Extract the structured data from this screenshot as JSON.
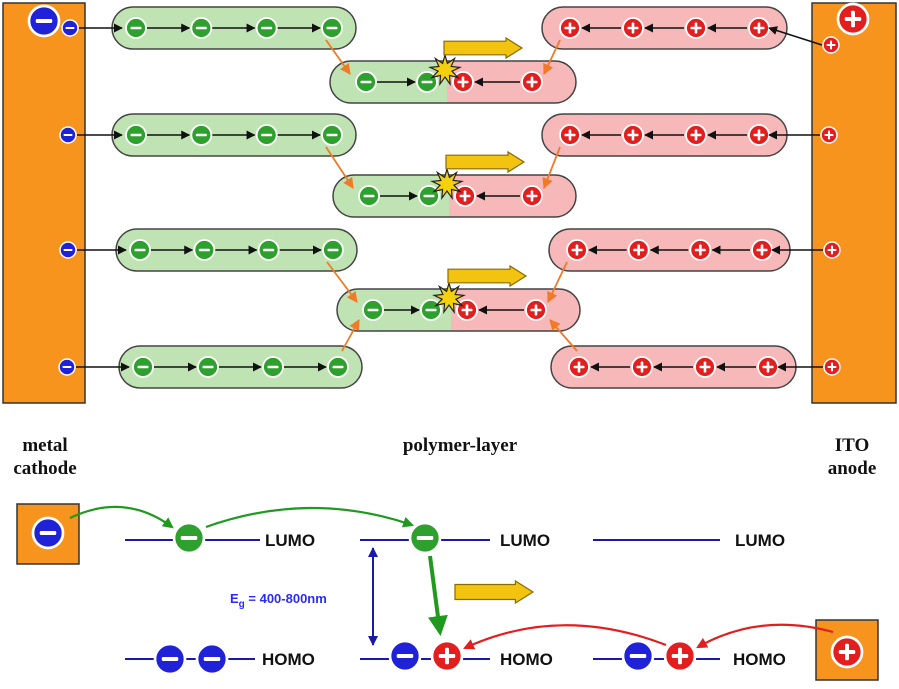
{
  "labels": {
    "cathode": "metal\ncathode",
    "polymer": "polymer-layer",
    "anode": "ITO\nanode",
    "lumo": "LUMO",
    "homo": "HOMO",
    "eg_main": "E",
    "eg_sub": "g",
    "eg_value": " = 400-800nm"
  },
  "colors": {
    "electrode": "#f7941d",
    "electron": "#1f22d6",
    "electron_polymer": "#2ea02e",
    "hole": "#e21e1e",
    "green_segment": "#bfe3b3",
    "pink_segment": "#f6b8b8",
    "orange_arrow": "#f07a28",
    "yellow_arrow": "#f2c410",
    "energy_line": "#1a1aa8",
    "eg_text": "#2a2aff"
  },
  "symbols": {
    "minus": "−",
    "plus": "+",
    "arrow_right": "⟶",
    "arrow_left": "⟵",
    "burst": "star-burst-icon"
  }
}
